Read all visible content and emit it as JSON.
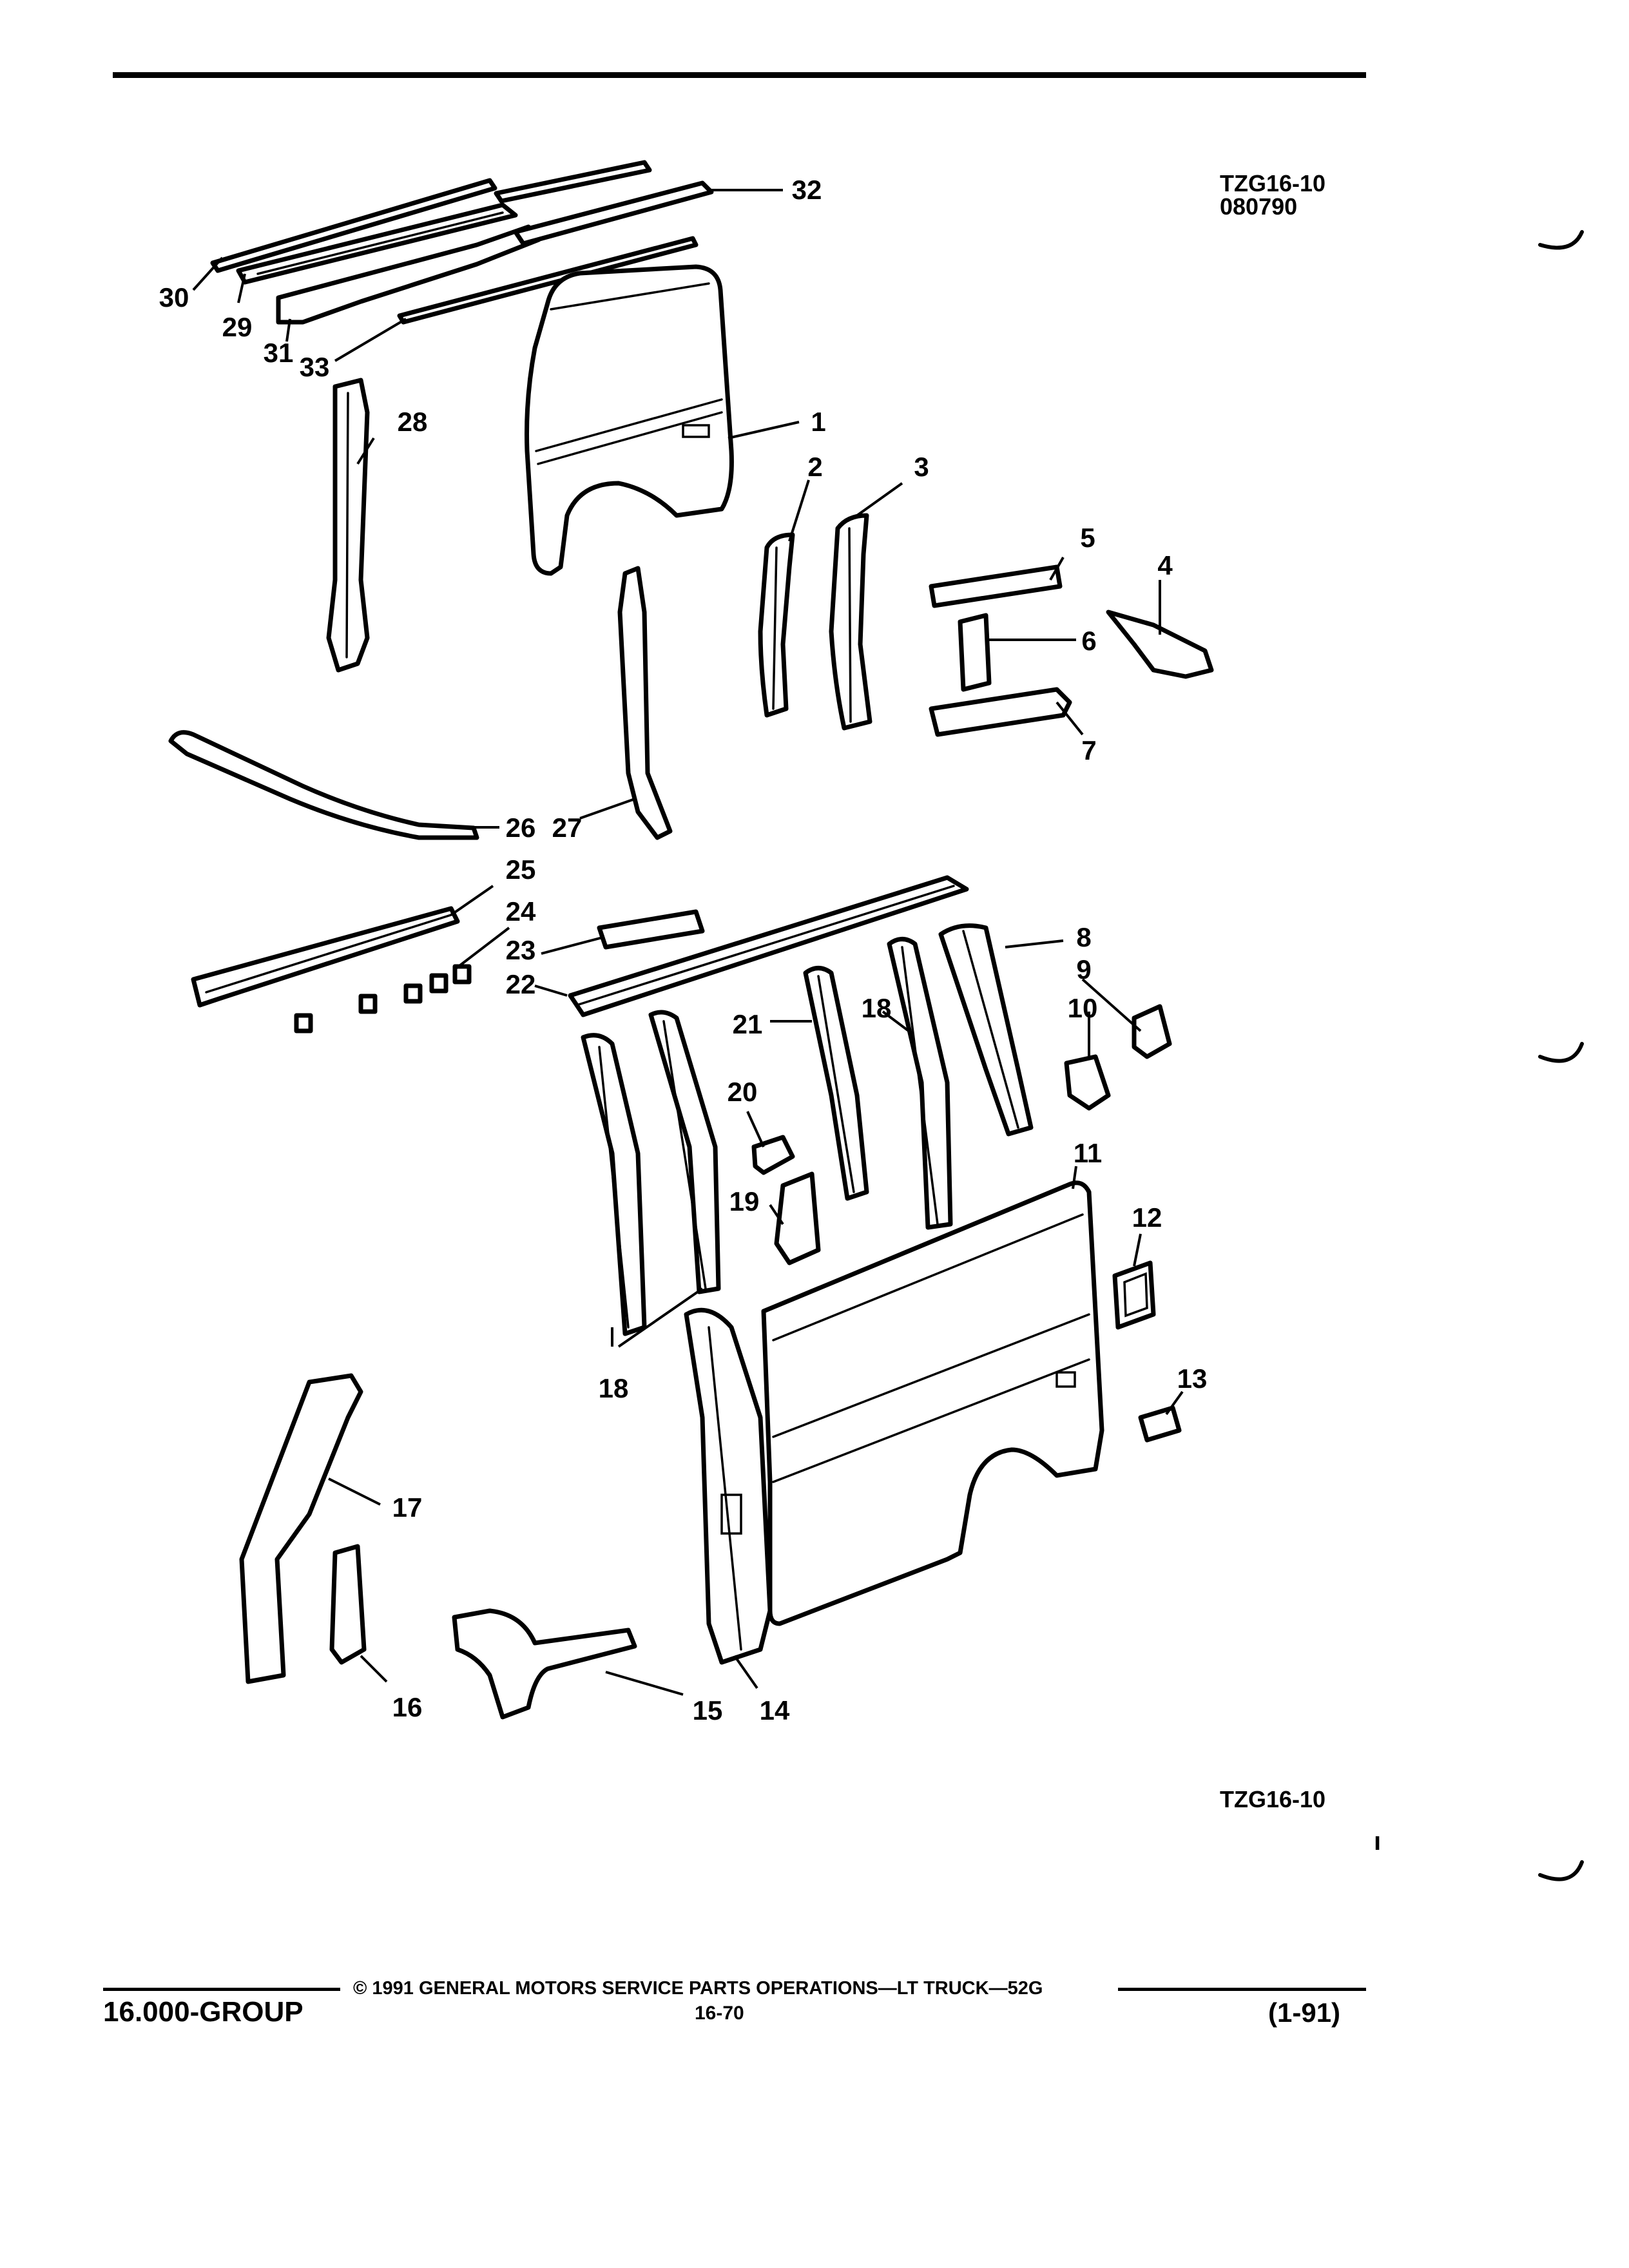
{
  "header": {
    "ref_code": "TZG16-10",
    "ref_date": "080790"
  },
  "diagram": {
    "callouts": [
      "1",
      "2",
      "3",
      "4",
      "5",
      "6",
      "7",
      "8",
      "9",
      "10",
      "11",
      "12",
      "13",
      "14",
      "15",
      "16",
      "17",
      "18",
      "18",
      "19",
      "20",
      "21",
      "22",
      "23",
      "24",
      "25",
      "26",
      "27",
      "28",
      "29",
      "30",
      "31",
      "32",
      "33"
    ]
  },
  "bottom_label": "TZG16-10",
  "footer": {
    "group": "16.000-GROUP",
    "copyright": "© 1991  GENERAL MOTORS SERVICE PARTS OPERATIONS—LT TRUCK—52G",
    "page": "16-70",
    "date": "(1-91)"
  }
}
